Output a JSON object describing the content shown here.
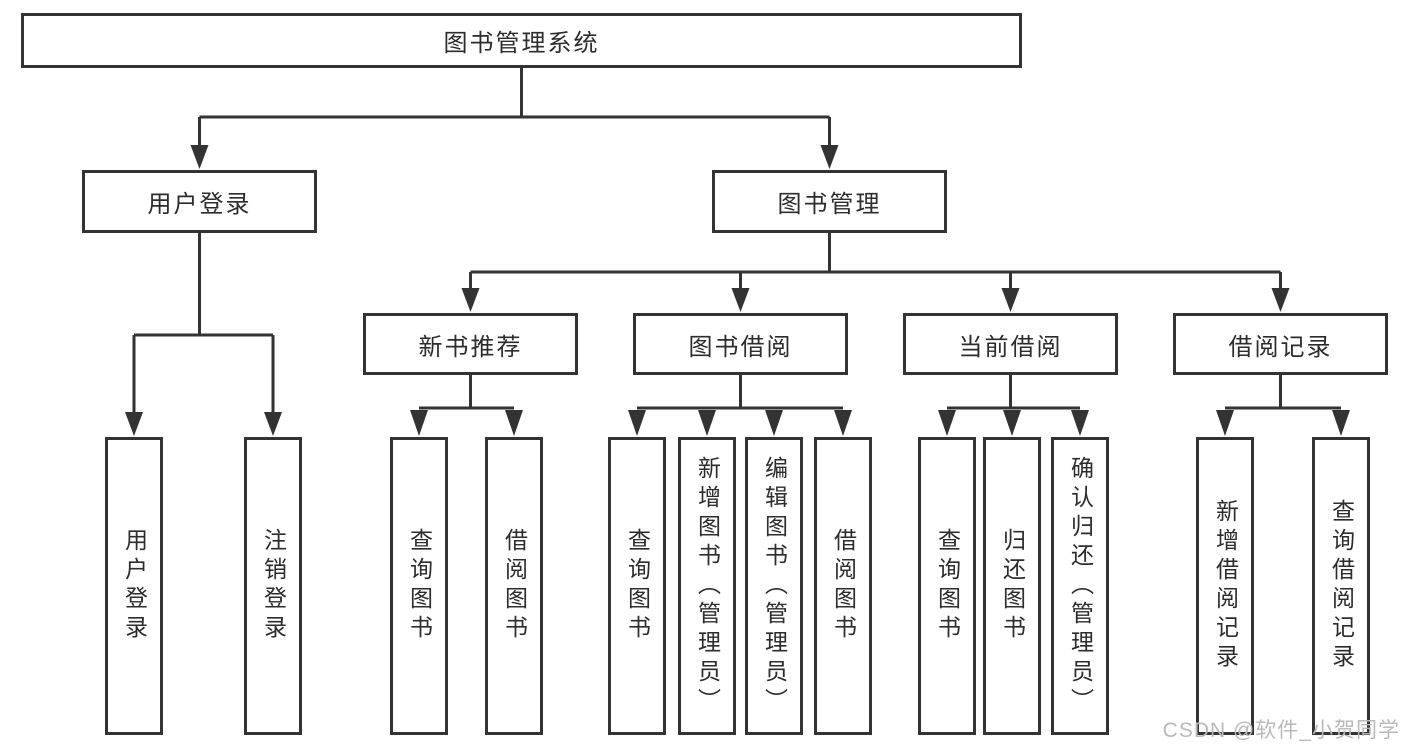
{
  "diagram": {
    "type": "hierarchy-tree",
    "title": "图书管理系统",
    "colors": {
      "line": "#333333",
      "box_border": "#333333",
      "text": "#2c2c2c",
      "watermark": "#b9b9b9",
      "background": "#ffffff"
    }
  },
  "tree": {
    "label": "图书管理系统",
    "children": [
      {
        "label": "用户登录",
        "children": [
          {
            "label": "用户登录"
          },
          {
            "label": "注销登录"
          }
        ]
      },
      {
        "label": "图书管理",
        "children": [
          {
            "label": "新书推荐",
            "children": [
              {
                "label": "查询图书"
              },
              {
                "label": "借阅图书"
              }
            ]
          },
          {
            "label": "图书借阅",
            "children": [
              {
                "label": "查询图书"
              },
              {
                "label": "新增图书（管理员）"
              },
              {
                "label": "编辑图书（管理员）"
              },
              {
                "label": "借阅图书"
              }
            ]
          },
          {
            "label": "当前借阅",
            "children": [
              {
                "label": "查询图书"
              },
              {
                "label": "归还图书"
              },
              {
                "label": "确认归还（管理员）"
              }
            ]
          },
          {
            "label": "借阅记录",
            "children": [
              {
                "label": "新增借阅记录"
              },
              {
                "label": "查询借阅记录"
              }
            ]
          }
        ]
      }
    ]
  },
  "watermark": {
    "text": "CSDN @软件_小贺同学"
  }
}
